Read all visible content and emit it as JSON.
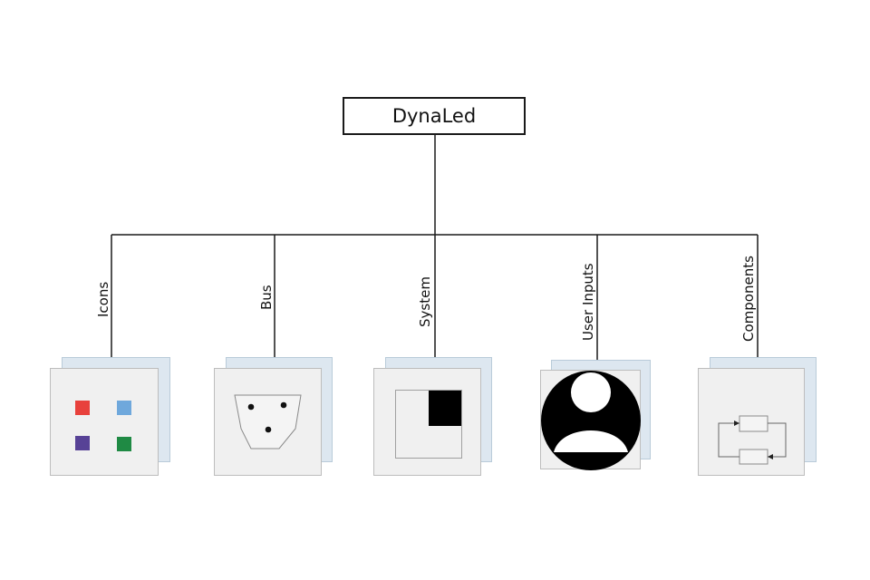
{
  "root": {
    "label": "DynaLed"
  },
  "branches": [
    {
      "label": "Icons",
      "icon": "colored-squares-icon"
    },
    {
      "label": "Bus",
      "icon": "bus-connector-icon"
    },
    {
      "label": "System",
      "icon": "system-window-icon"
    },
    {
      "label": "User Inputs",
      "icon": "user-avatar-icon"
    },
    {
      "label": "Components",
      "icon": "component-loop-icon"
    }
  ],
  "colors": {
    "line": "#1a1a1a",
    "card_front": "#f0f0f0",
    "card_back": "#dde7f0",
    "square_red": "#e8413c",
    "square_blue": "#6fa8dc",
    "square_purple": "#574296",
    "square_green": "#1f8a44"
  }
}
